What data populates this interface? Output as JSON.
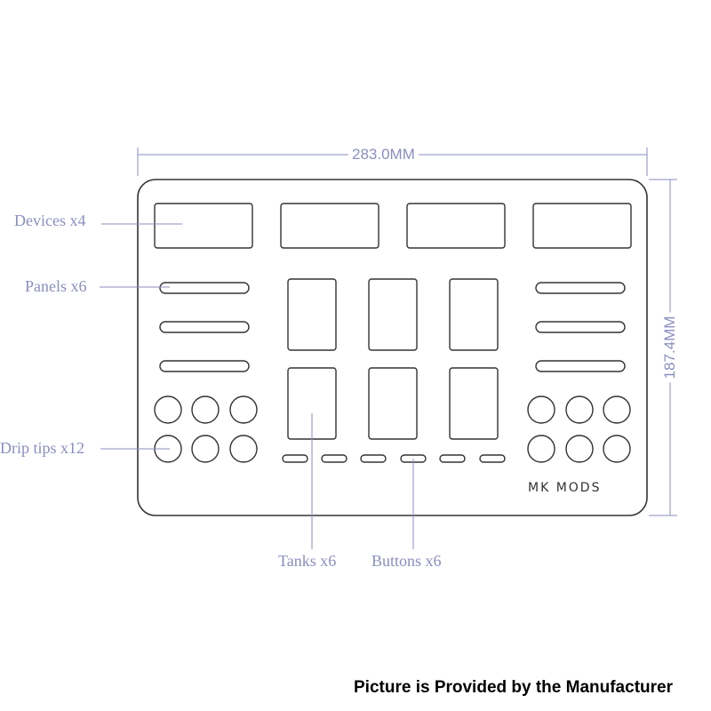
{
  "dimensions": {
    "width": "283.0MM",
    "height": "187.4MM"
  },
  "callouts": {
    "devices": "Devices x4",
    "panels": "Panels x6",
    "drip_tips": "Drip tips x12",
    "tanks": "Tanks x6",
    "buttons": "Buttons x6"
  },
  "brand": "MK MODS",
  "credit": "Picture is Provided by the Manufacturer",
  "colors": {
    "outline": "#333333",
    "annotation": "#8a8ec0",
    "background": "#ffffff"
  }
}
